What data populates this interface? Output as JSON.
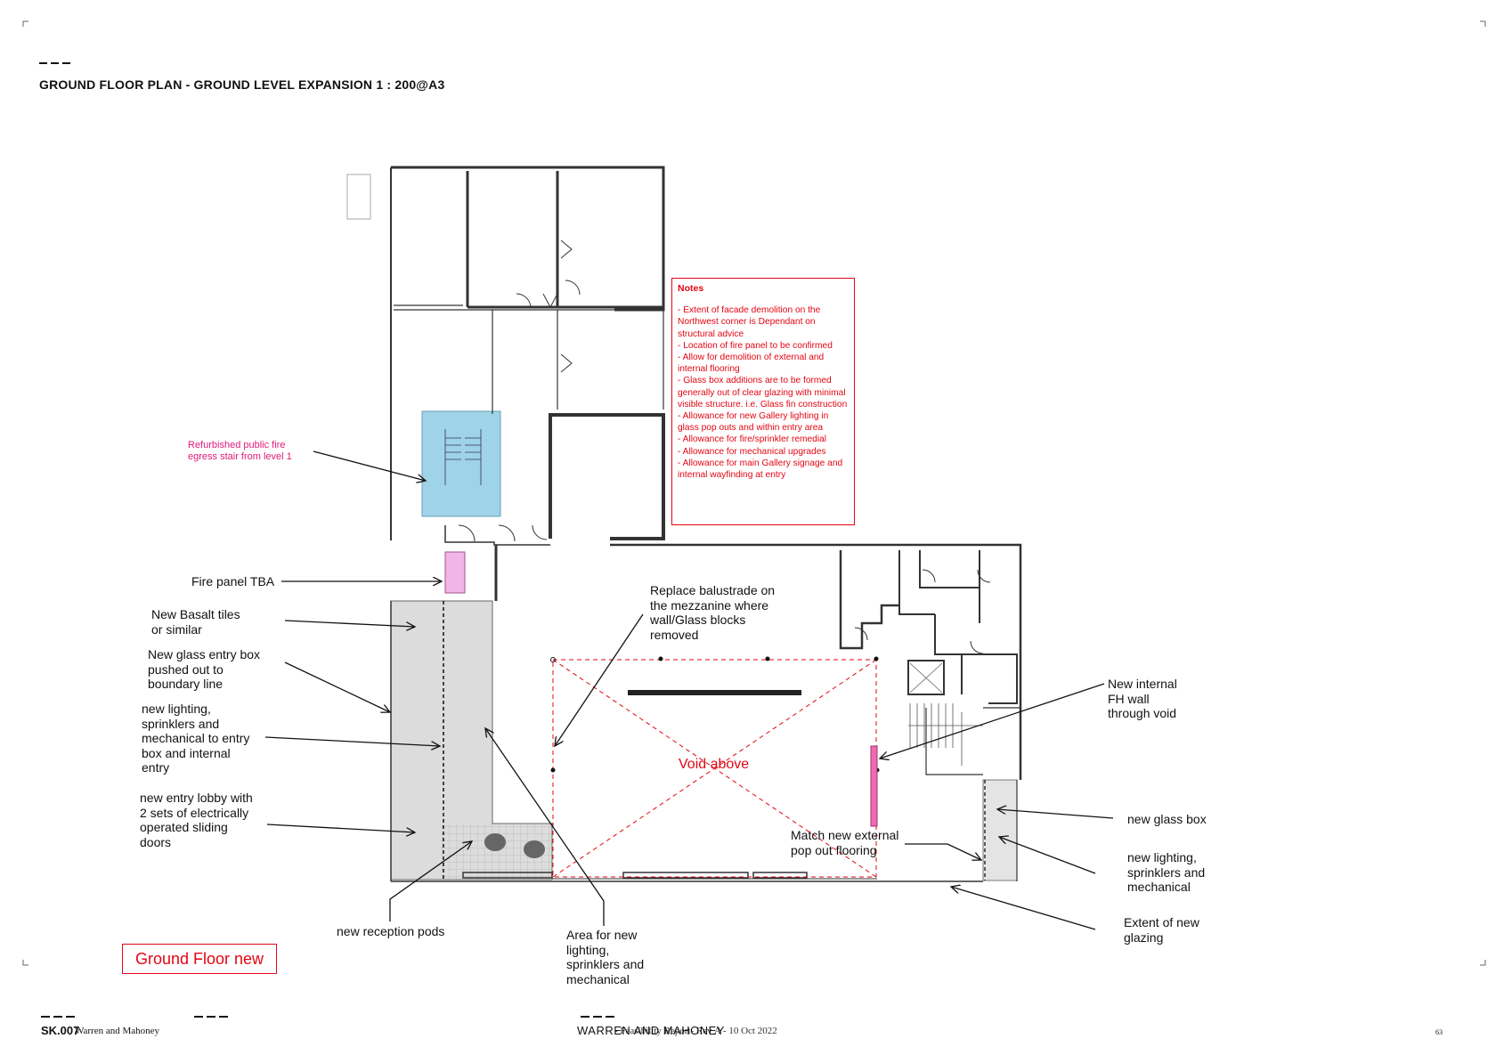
{
  "title": "GROUND FLOOR PLAN - GROUND LEVEL EXPANSION  1 : 200@A3",
  "notes": {
    "heading": "Notes",
    "items": [
      "- Extent of facade demolition on the Northwest corner is Dependant on structural advice",
      "- Location of fire panel to be confirmed",
      "- Allow for demolition of external and internal flooring",
      "- Glass box additions are to be formed generally out of clear glazing with minimal visible structure. i.e. Glass fin construction",
      "- Allowance for new Gallery lighting in glass pop outs and within entry area",
      "- Allowance for fire/sprinkler remedial",
      "- Allowance for mechanical upgrades",
      "- Allowance for main Gallery signage and internal wayfinding at entry"
    ]
  },
  "annotations": {
    "stair": "Refurbished public fire\negress stair from level 1",
    "fire_panel": "Fire panel TBA",
    "basalt": "New Basalt tiles\nor similar",
    "glass_entry": "New glass entry box\npushed out to\nboundary line",
    "lighting_entry": "new lighting,\nsprinklers and\nmechanical to entry\nbox and internal\nentry",
    "lobby": "new entry lobby with\n2 sets of electrically\noperated sliding\ndoors",
    "reception": "new reception pods",
    "area_lighting": "Area for new\nlighting,\nsprinklers and\nmechanical",
    "balustrade": "Replace balustrade on\nthe mezzanine where\nwall/Glass blocks\nremoved",
    "void": "Void above",
    "pop_out": "Match new external\npop out flooring",
    "fh_wall": "New internal\nFH wall\nthrough void",
    "glass_box": "new glass  box",
    "lighting_box": "new lighting,\nsprinklers and\nmechanical",
    "glazing": "Extent of new\nglazing"
  },
  "ground_floor_label": "Ground Floor new",
  "footer": {
    "code": "SK.007",
    "company": "Warren and Mahoney",
    "brand": "WARREN AND MAHONEY",
    "report": "- Feasibility Report- Rev A - 10 Oct 2022",
    "page": "63"
  },
  "colors": {
    "accent_red": "#e30613",
    "stair_blue": "#9fd3e8",
    "fire_panel_pink": "#f2b6e6",
    "fh_wall_pink": "#f06ab0",
    "tile_grey": "#dcdcdc",
    "label_pink": "#e0197a"
  }
}
